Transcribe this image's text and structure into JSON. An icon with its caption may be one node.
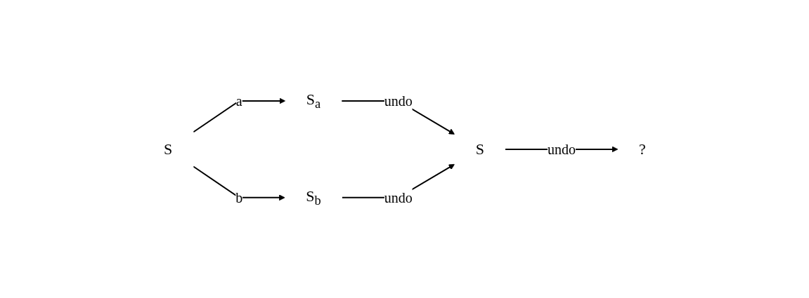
{
  "diagram": {
    "nodes": [
      {
        "text": [
          "S"
        ]
      },
      {
        "text": [
          "S$_{a}$"
        ]
      },
      {
        "text": [
          "S$_{b}$"
        ]
      },
      {
        "text": [
          "S"
        ]
      },
      {
        "text": [
          "?"
        ]
      }
    ],
    "edges": [
      {
        "from": 0,
        "to": 1,
        "arrow": "to",
        "label": "a"
      },
      {
        "from": 0,
        "to": 2,
        "arrow": "to",
        "label": "b"
      },
      {
        "from": 1,
        "to": 3,
        "arrow": "to",
        "label": "undo"
      },
      {
        "from": 2,
        "to": 3,
        "arrow": "to",
        "label": "undo"
      },
      {
        "from": 3,
        "to": 4,
        "arrow": "to",
        "label": "undo"
      }
    ]
  }
}
